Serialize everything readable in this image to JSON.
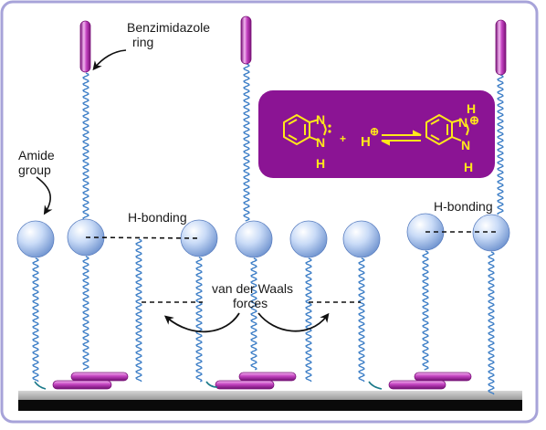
{
  "labels": {
    "benzimidazole_line1": "Benzimidazole",
    "benzimidazole_line2": "ring",
    "amide_line1": "Amide",
    "amide_line2": "group",
    "hbond_left": "H-bonding",
    "hbond_right": "H-bonding",
    "vdw_line1": "van der Waals",
    "vdw_line2": "forces"
  },
  "reaction": {
    "left_N_top": "N",
    "left_N_bottom": "N",
    "left_H": "H",
    "plus": "+",
    "proton_H": "H",
    "proton_charge": "⊕",
    "right_H_top": "H",
    "right_N_top": "N",
    "right_charge": "⊕",
    "right_N_bottom": "N",
    "right_H_bottom": "H"
  },
  "colors": {
    "frame": "#a7a3d9",
    "magenta": "#b62fb3",
    "chain": "#3e7fc7",
    "chain_dark": "#1c7a8a",
    "sphere": "#a9c3ee",
    "reaction_box": "#8b1494",
    "reaction_text": "#ffe81a",
    "substrate_top": "#b8b8b8",
    "substrate_bottom": "#0a0a0a"
  }
}
